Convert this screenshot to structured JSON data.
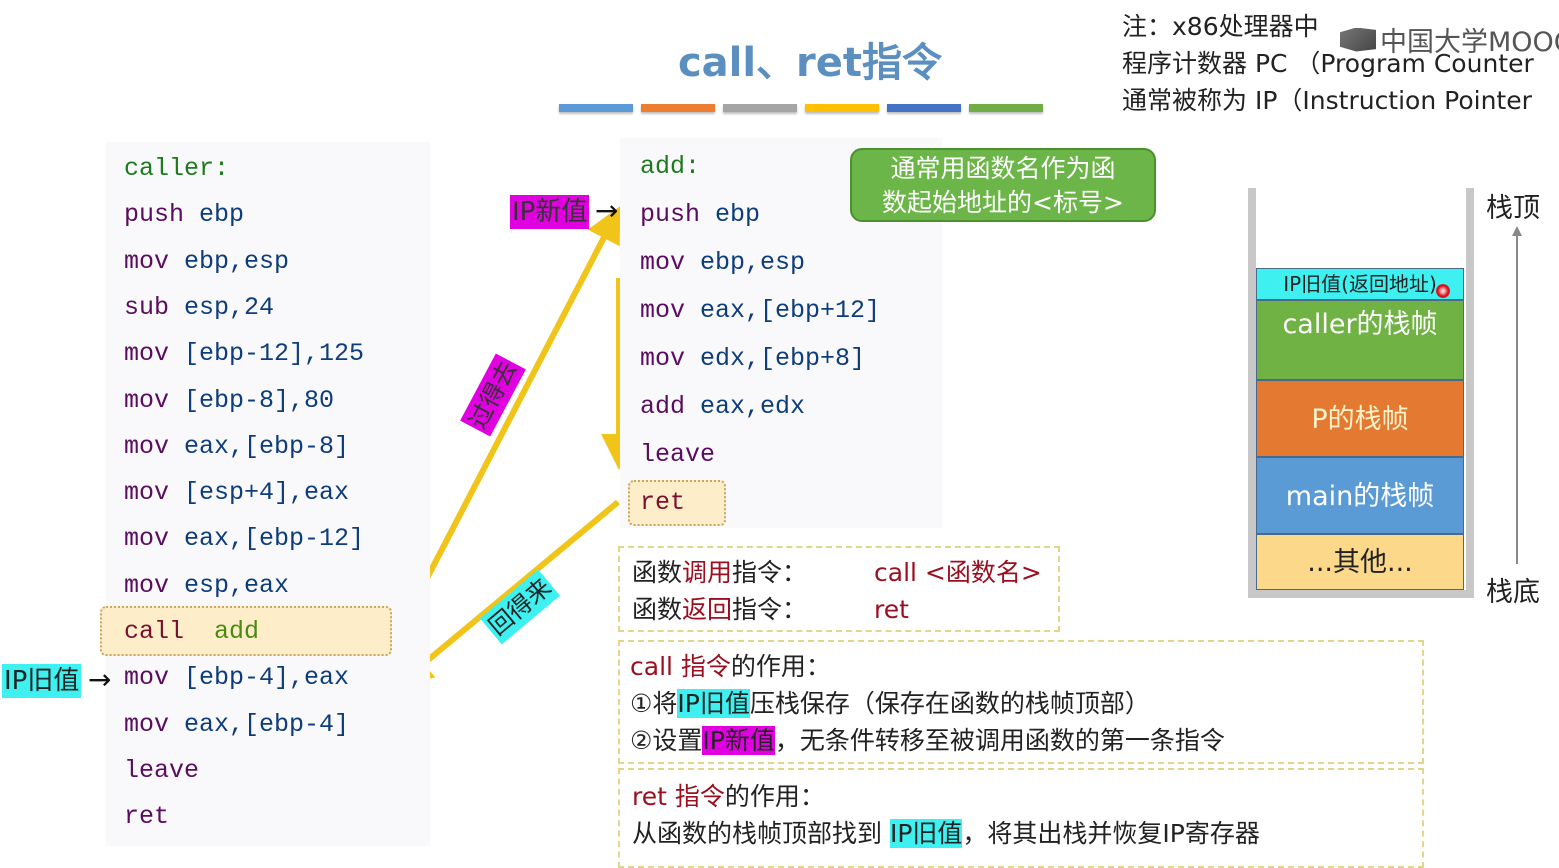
{
  "title": "call、ret指令",
  "title_bar_colors": [
    "#5b9bd5",
    "#ed7d31",
    "#a5a5a5",
    "#ffc000",
    "#4472c4",
    "#70ad47"
  ],
  "note": {
    "line1": "注：x86处理器中",
    "line2": "程序计数器 PC （Program Counter",
    "line3": "通常被称为 IP（Instruction Pointer"
  },
  "watermark": "中国大学MOOC",
  "caller_code": {
    "label": "caller:",
    "lines": [
      {
        "op": "push",
        "args": "ebp"
      },
      {
        "op": "mov",
        "args": "ebp,esp"
      },
      {
        "op": "sub",
        "args": "esp,24"
      },
      {
        "op": "mov",
        "args": "[ebp-12],125"
      },
      {
        "op": "mov",
        "args": "[ebp-8],80"
      },
      {
        "op": "mov",
        "args": "eax,[ebp-8]"
      },
      {
        "op": "mov",
        "args": "[esp+4],eax"
      },
      {
        "op": "mov",
        "args": "eax,[ebp-12]"
      },
      {
        "op": "mov",
        "args": "esp,eax"
      },
      {
        "op": "call",
        "args": "add"
      },
      {
        "op": "mov",
        "args": "[ebp-4],eax"
      },
      {
        "op": "mov",
        "args": "eax,[ebp-4]"
      },
      {
        "op": "leave",
        "args": ""
      },
      {
        "op": "ret",
        "args": ""
      }
    ]
  },
  "add_code": {
    "label": "add:",
    "lines": [
      {
        "op": "push",
        "args": "ebp"
      },
      {
        "op": "mov",
        "args": "ebp,esp"
      },
      {
        "op": "mov",
        "args": "eax,[ebp+12]"
      },
      {
        "op": "mov",
        "args": "edx,[ebp+8]"
      },
      {
        "op": "add",
        "args": "eax,edx"
      },
      {
        "op": "leave",
        "args": ""
      },
      {
        "op": "ret",
        "args": ""
      }
    ]
  },
  "tags": {
    "ip_old": "IP旧值",
    "ip_new": "IP新值",
    "go": "过得去",
    "back": "回得来",
    "arrow": "→"
  },
  "callout": {
    "line1": "通常用函数名作为函",
    "line2": "数起始地址的<标号>"
  },
  "instr_box": {
    "call_label_a": "函数",
    "call_label_b": "调用",
    "call_label_c": "指令：",
    "call_value": "call <函数名>",
    "ret_label_a": "函数",
    "ret_label_b": "返回",
    "ret_label_c": "指令：",
    "ret_value": "ret"
  },
  "call_box": {
    "head_red": "call 指令",
    "head_rest": "的作用：",
    "item1_pre": "①将",
    "item1_hl": "IP旧值",
    "item1_post": "压栈保存（保存在函数的栈帧顶部）",
    "item2_pre": "②设置",
    "item2_hl": "IP新值",
    "item2_post": "，无条件转移至被调用函数的第一条指令"
  },
  "ret_box": {
    "head_red": "ret 指令",
    "head_rest": "的作用：",
    "line_pre": "从函数的栈帧顶部找到 ",
    "line_hl": "IP旧值",
    "line_post": "，将其出栈并恢复IP寄存器"
  },
  "stack": {
    "top_label": "栈顶",
    "bottom_label": "栈底",
    "frames": [
      {
        "label": "IP旧值(返回地址)",
        "color": "#3ef0f0"
      },
      {
        "label": "caller的栈帧",
        "color": "#70b244"
      },
      {
        "label": "P的栈帧",
        "color": "#e47a32"
      },
      {
        "label": "main的栈帧",
        "color": "#5b9bd5"
      },
      {
        "label": "...其他...",
        "color": "#fcd98a"
      }
    ]
  }
}
